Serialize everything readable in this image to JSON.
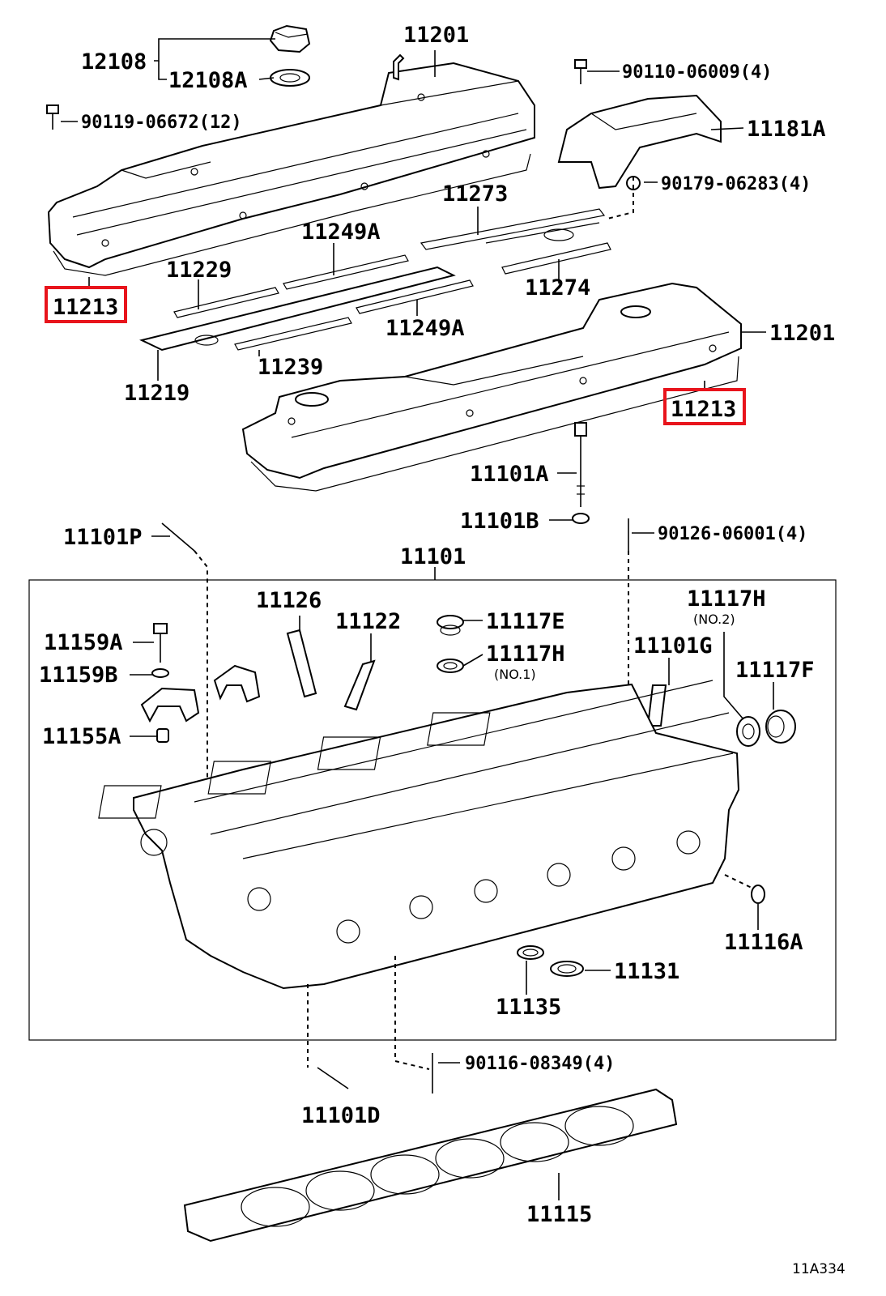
{
  "labels": {
    "p12108": "12108",
    "p12108a": "12108A",
    "p11201_top": "11201",
    "p90110": "90110-06009(4)",
    "p90119": "90119-06672(12)",
    "p11181a": "11181A",
    "p90179": "90179-06283(4)",
    "p11273": "11273",
    "p11249a_top": "11249A",
    "p11229": "11229",
    "p11274": "11274",
    "p11213_left": "11213",
    "p11249a_mid": "11249A",
    "p11201_right": "11201",
    "p11239": "11239",
    "p11219": "11219",
    "p11213_right": "11213",
    "p11101a": "11101A",
    "p11101b": "11101B",
    "p11101p": "11101P",
    "p90126": "90126-06001(4)",
    "p11101": "11101",
    "p11126": "11126",
    "p11122": "11122",
    "p11117e": "11117E",
    "p11117h_no2": "11117H",
    "p11159a": "11159A",
    "p11117h_no1": "11117H",
    "p11101g": "11101G",
    "p11159b": "11159B",
    "p11117f": "11117F",
    "p11155a": "11155A",
    "p11116a": "11116A",
    "p11131": "11131",
    "p11135": "11135",
    "p90116": "90116-08349(4)",
    "p11101d": "11101D",
    "p11115": "11115"
  },
  "notes": {
    "no2": "(NO.2)",
    "no1": "(NO.1)"
  },
  "figure_id": "11A334",
  "colors": {
    "highlight": "#e8141c",
    "ink": "#000000"
  }
}
